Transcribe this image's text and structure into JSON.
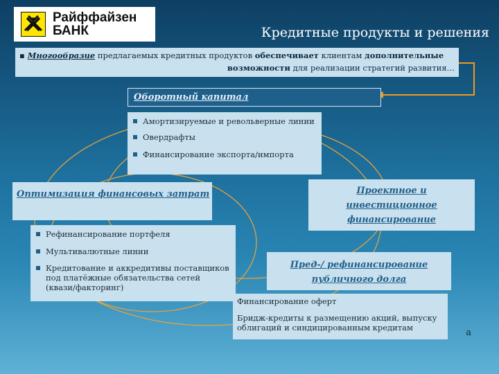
{
  "logo": {
    "line1": "Райффайзен",
    "line2": "БАНК"
  },
  "title": "Кредитные продукты и решения",
  "lead": {
    "part1": "Многообразие",
    "part2": " предлагаемых кредитных продуктов ",
    "part3": "обеспечивает",
    "part4": " клиентам ",
    "part5": "дополнительные",
    "part6": "возможности",
    "part7": " для реализации стратегий развития…"
  },
  "working_capital": {
    "title": "Оборотный капитал",
    "items": [
      "Амортизируемые и револьверные линии",
      "Овердрафты",
      "Финансирование экспорта/импорта"
    ]
  },
  "optimization": {
    "title": "Оптимизация финансовых затрат",
    "items": [
      "Рефинансирование портфеля",
      "Мультивалютные линии",
      "Кредитование и аккредитивы поставщиков под платёжные обязательства сетей (квази/факторинг)"
    ]
  },
  "project": {
    "title": "Проектное и инвестиционное финансирование"
  },
  "public_debt": {
    "title": "Пред-/ рефинансирование публичного долга",
    "items": [
      "Финансирование оферт",
      "Бридж-кредиты к размещению акций, выпуску облигаций и синдицированным кредитам"
    ]
  },
  "footer_mark": "a",
  "colors": {
    "accent_orange": "#f29a1b",
    "dark_blue": "#1f5f8b",
    "light_box": "#c9e1ee"
  }
}
